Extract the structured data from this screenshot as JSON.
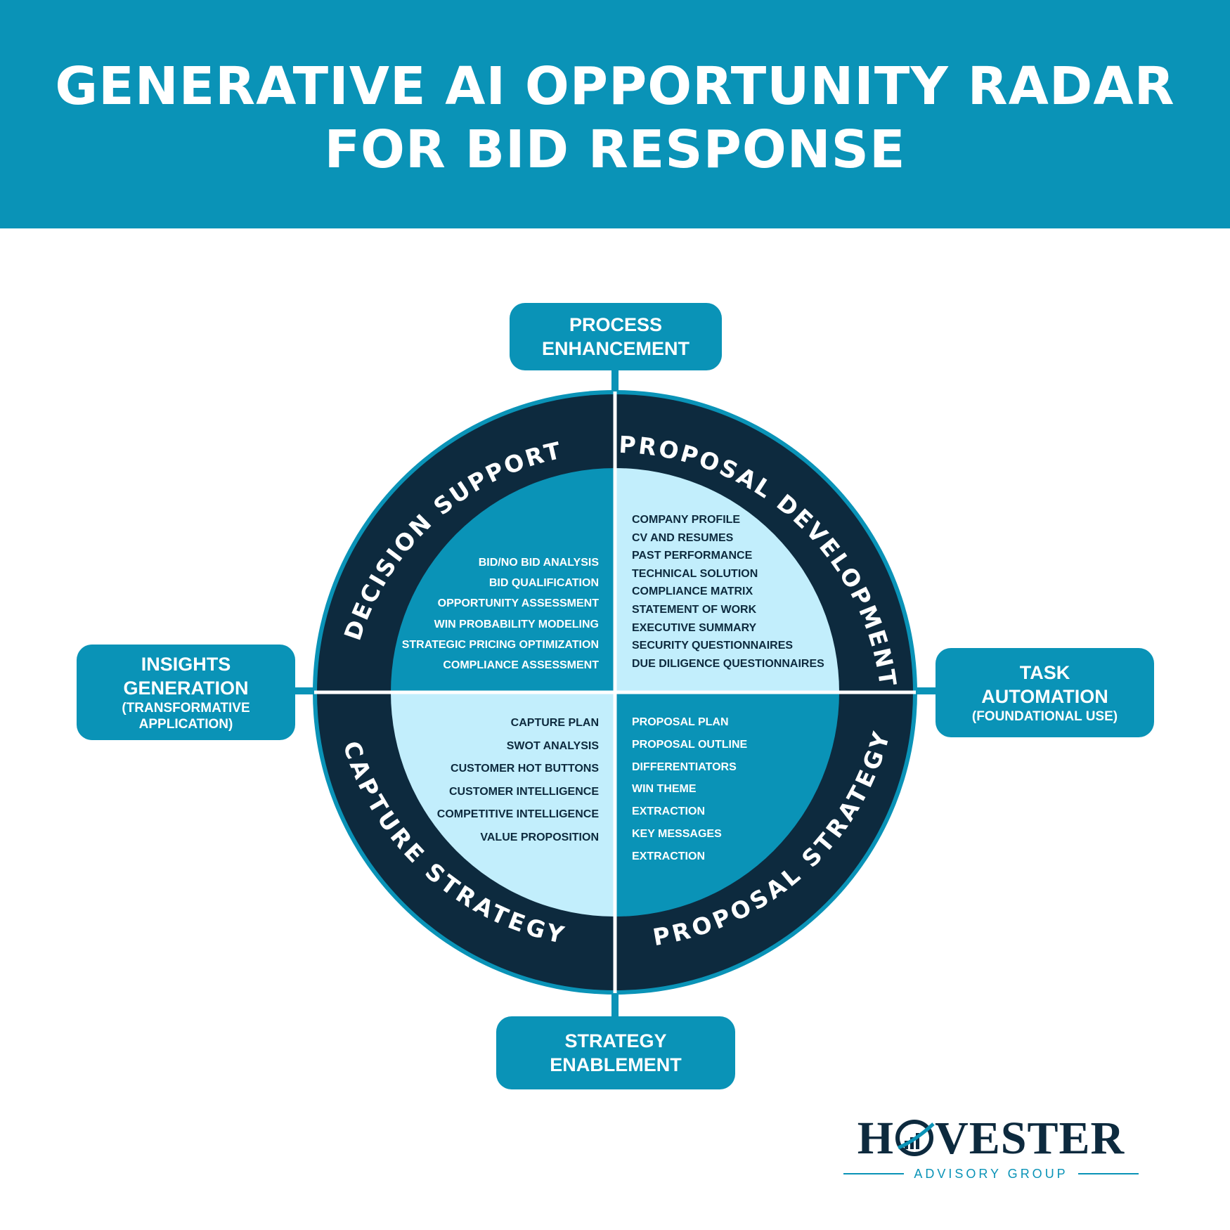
{
  "header": {
    "title_line1": "GENERATIVE AI OPPORTUNITY RADAR",
    "title_line2": "FOR BID RESPONSE"
  },
  "axes": {
    "top": {
      "line1": "PROCESS",
      "line2": "ENHANCEMENT"
    },
    "bottom": {
      "line1": "STRATEGY",
      "line2": "ENABLEMENT"
    },
    "left": {
      "line1": "INSIGHTS",
      "line2": "GENERATION",
      "sub1": "(TRANSFORMATIVE",
      "sub2": "APPLICATION)"
    },
    "right": {
      "line1": "TASK",
      "line2": "AUTOMATION",
      "sub1": "(FOUNDATIONAL USE)"
    }
  },
  "ring": {
    "decision_support": "DECISION SUPPORT",
    "proposal_development": "PROPOSAL DEVELOPMENT",
    "capture_strategy": "CAPTURE STRATEGY",
    "proposal_strategy": "PROPOSAL STRATEGY"
  },
  "quadrants": {
    "decision_support": [
      "BID/NO BID ANALYSIS",
      "BID QUALIFICATION",
      "OPPORTUNITY ASSESSMENT",
      "WIN PROBABILITY MODELING",
      "STRATEGIC PRICING OPTIMIZATION",
      "COMPLIANCE ASSESSMENT"
    ],
    "proposal_development": [
      "COMPANY PROFILE",
      "CV AND RESUMES",
      "PAST PERFORMANCE",
      "TECHNICAL SOLUTION",
      "COMPLIANCE MATRIX",
      "STATEMENT OF WORK",
      "EXECUTIVE SUMMARY",
      "SECURITY QUESTIONNAIRES",
      "DUE DILIGENCE QUESTIONNAIRES"
    ],
    "capture_strategy": [
      "CAPTURE PLAN",
      "SWOT ANALYSIS",
      "CUSTOMER HOT BUTTONS",
      "CUSTOMER INTELLIGENCE",
      "COMPETITIVE INTELLIGENCE",
      "VALUE PROPOSITION"
    ],
    "proposal_strategy": [
      "PROPOSAL PLAN",
      "PROPOSAL OUTLINE",
      "DIFFERENTIATORS",
      "WIN THEME",
      "EXTRACTION",
      "KEY MESSAGES",
      "EXTRACTION"
    ]
  },
  "logo": {
    "wordmark_left": "H",
    "wordmark_right": "VESTER",
    "tagline": "ADVISORY GROUP"
  },
  "colors": {
    "primary_blue": "#0a93b7",
    "navy": "#0d2a3e",
    "light_blue": "#c2eefc",
    "white": "#ffffff"
  }
}
